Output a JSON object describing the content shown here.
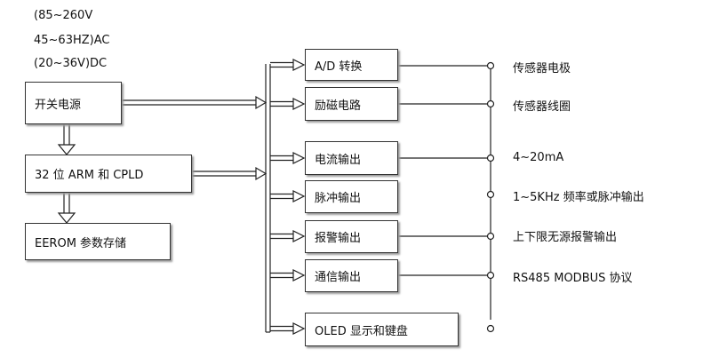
{
  "power_input": {
    "line1": "(85~260V",
    "line2": "45~63HZ)AC",
    "line3": "(20~36V)DC"
  },
  "left_blocks": {
    "power_supply": "开关电源",
    "mcu": "32 位 ARM 和 CPLD",
    "eeprom": "EEROM 参数存储"
  },
  "modules": [
    {
      "label": "A/D 转换",
      "output": "传感器电极"
    },
    {
      "label": "励磁电路",
      "output": "传感器线圈"
    },
    {
      "label": "电流输出",
      "output": "4~20mA"
    },
    {
      "label": "脉冲输出",
      "output": "1~5KHz 频率或脉冲输出"
    },
    {
      "label": "报警输出",
      "output": "上下限无源报警输出"
    },
    {
      "label": "通信输出",
      "output": "RS485 MODBUS 协议"
    },
    {
      "label": "OLED 显示和键盘",
      "output": ""
    }
  ]
}
